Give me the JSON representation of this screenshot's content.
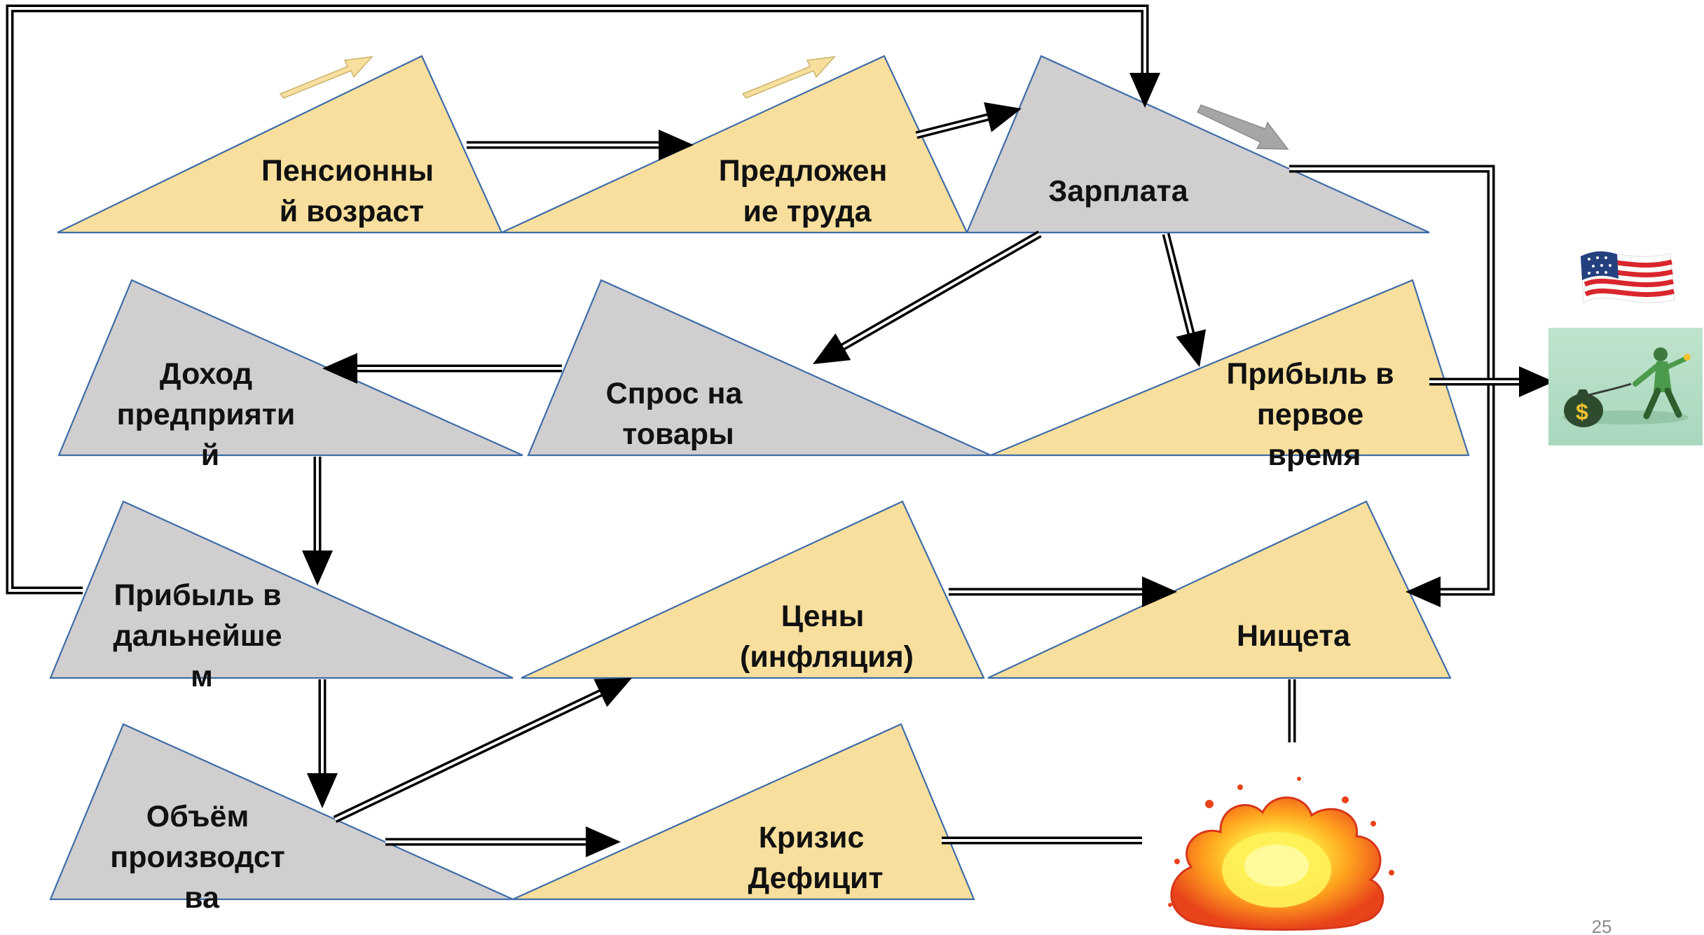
{
  "colors": {
    "yellow_fill": "#F8DF9D",
    "gray_fill": "#D0CECF",
    "triangle_stroke": "#3F6CA8",
    "arrow": "#000000",
    "hint_arrow_yellow": "#F8DF9D",
    "hint_arrow_gray": "#A6A6A6"
  },
  "nodes": {
    "pension_age": {
      "lines": [
        "Пенсионны",
        "й возраст"
      ],
      "fill": "yellow"
    },
    "labor_supply": {
      "lines": [
        "Предложен",
        "ие труда"
      ],
      "fill": "yellow"
    },
    "salary": {
      "lines": [
        "Зарплата"
      ],
      "fill": "gray"
    },
    "enterprise_income": {
      "lines": [
        "Доход",
        "предприяти",
        "й"
      ],
      "fill": "gray"
    },
    "goods_demand": {
      "lines": [
        "Спрос на",
        "товары"
      ],
      "fill": "gray"
    },
    "profit_first": {
      "lines": [
        "Прибыль в",
        "первое",
        "время"
      ],
      "fill": "yellow"
    },
    "profit_later": {
      "lines": [
        "Прибыль в",
        "дальнейше",
        "м"
      ],
      "fill": "gray"
    },
    "prices": {
      "lines": [
        "Цены",
        "(инфляция)"
      ],
      "fill": "yellow"
    },
    "poverty": {
      "lines": [
        "Нищета"
      ],
      "fill": "yellow"
    },
    "production_volume": {
      "lines": [
        "Объём",
        "производст",
        "ва"
      ],
      "fill": "gray"
    },
    "crisis": {
      "lines": [
        "Кризис",
        "Дефицит"
      ],
      "fill": "yellow"
    }
  },
  "edges": [
    [
      "pension_age",
      "labor_supply"
    ],
    [
      "labor_supply",
      "salary"
    ],
    [
      "salary",
      "goods_demand"
    ],
    [
      "salary",
      "profit_first"
    ],
    [
      "salary",
      "poverty"
    ],
    [
      "goods_demand",
      "enterprise_income"
    ],
    [
      "profit_first",
      "capital_outflow_picture"
    ],
    [
      "enterprise_income",
      "profit_later"
    ],
    [
      "profit_later",
      "salary"
    ],
    [
      "profit_later",
      "production_volume"
    ],
    [
      "prices",
      "poverty"
    ],
    [
      "production_volume",
      "prices"
    ],
    [
      "production_volume",
      "crisis"
    ],
    [
      "crisis",
      "explosion_picture"
    ],
    [
      "poverty",
      "explosion_picture"
    ]
  ],
  "trend_hints": {
    "pension_age": "up",
    "labor_supply": "up",
    "salary": "down"
  },
  "pictures": {
    "flag": "us-flag-icon",
    "money_bag": "money-bag-runner-icon",
    "explosion": "explosion-icon"
  },
  "page_number": "25"
}
